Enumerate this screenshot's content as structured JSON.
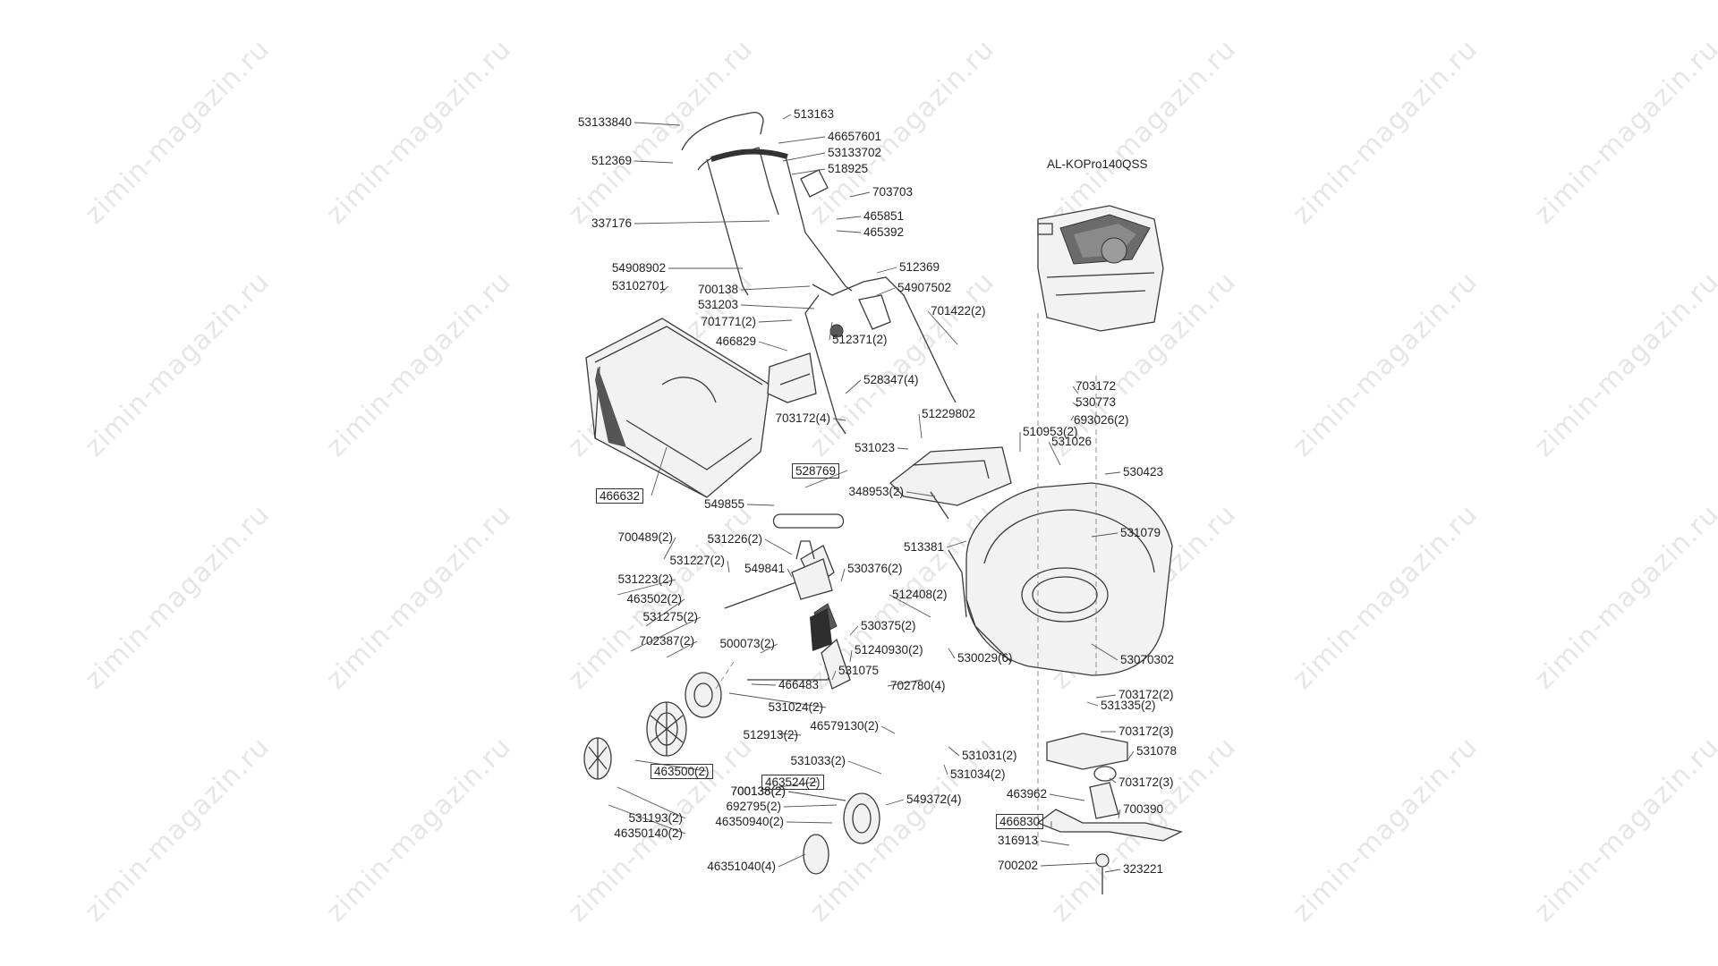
{
  "watermark": "zimin-magazin.ru",
  "engine_model": "AL-KOPro140QSS",
  "labels_left": [
    "53133840",
    "512369",
    "337176",
    "54908902",
    "53102701",
    "700138",
    "531203",
    "701771(2)",
    "466829",
    "703172(4)",
    "531023",
    "348953(2)",
    "549855",
    "513381",
    "700489(2)",
    "531226(2)",
    "531227(2)",
    "549841",
    "531223(2)",
    "463502(2)",
    "531275(2)",
    "702387(2)",
    "500073(2)",
    "531024(2)",
    "512913(2)",
    "46579130(2)",
    "531033(2)",
    "700138(2)",
    "692795(2)",
    "46350940(2)",
    "531193(2)",
    "46350140(2)",
    "46351040(4)",
    "700138(2)",
    "316913",
    "700202",
    "463962"
  ],
  "labels_right": [
    "513163",
    "46657601",
    "53133702",
    "518925",
    "703703",
    "465851",
    "465392",
    "512369",
    "54907502",
    "701422(2)",
    "512371(2)",
    "528347(4)",
    "51229802",
    "510953(2)",
    "531026",
    "530423",
    "531079",
    "530376(2)",
    "512408(2)",
    "530375(2)",
    "51240930(2)",
    "531075",
    "530029(6)",
    "466483",
    "702780(4)",
    "53070302",
    "703172(2)",
    "531335(2)",
    "703172(3)",
    "531078",
    "531031(2)",
    "531034(2)",
    "703172(3)",
    "549372(4)",
    "700390",
    "323221",
    "703172",
    "530773",
    "693026(2)"
  ],
  "boxed_labels": [
    "466632",
    "528769",
    "463500(2)",
    "463524(2)",
    "466830"
  ]
}
